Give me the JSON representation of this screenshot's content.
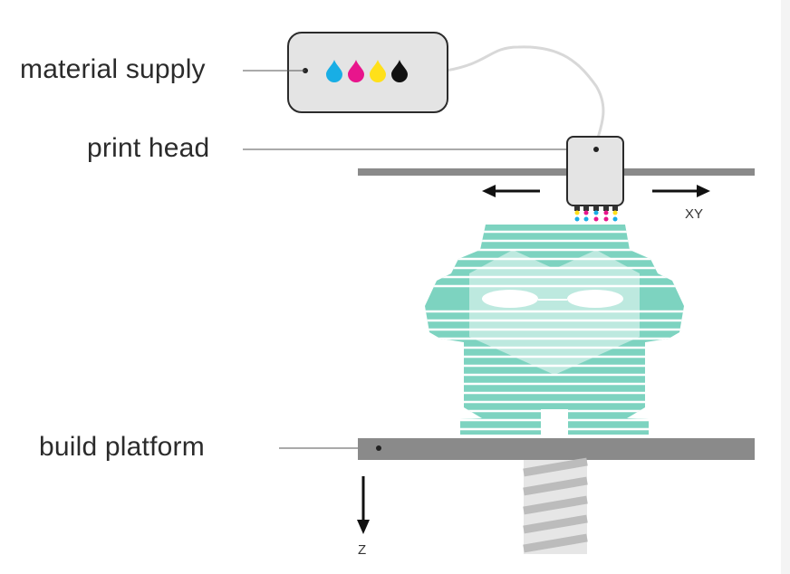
{
  "labels": {
    "material_supply": "material supply",
    "print_head": "print head",
    "build_platform": "build platform"
  },
  "axes": {
    "xy": "XY",
    "z": "Z"
  },
  "colors": {
    "cyan": "#18aee5",
    "magenta": "#e8158c",
    "yellow": "#ffe01a",
    "black": "#111111",
    "model": "#7dd3c0",
    "rail": "#8a8a8a",
    "leader": "#555555"
  },
  "icons": {
    "ink_drops": [
      "cyan-drop-icon",
      "magenta-drop-icon",
      "yellow-drop-icon",
      "black-drop-icon"
    ],
    "arrows": [
      "left-arrow-icon",
      "right-arrow-icon",
      "down-arrow-icon"
    ]
  }
}
